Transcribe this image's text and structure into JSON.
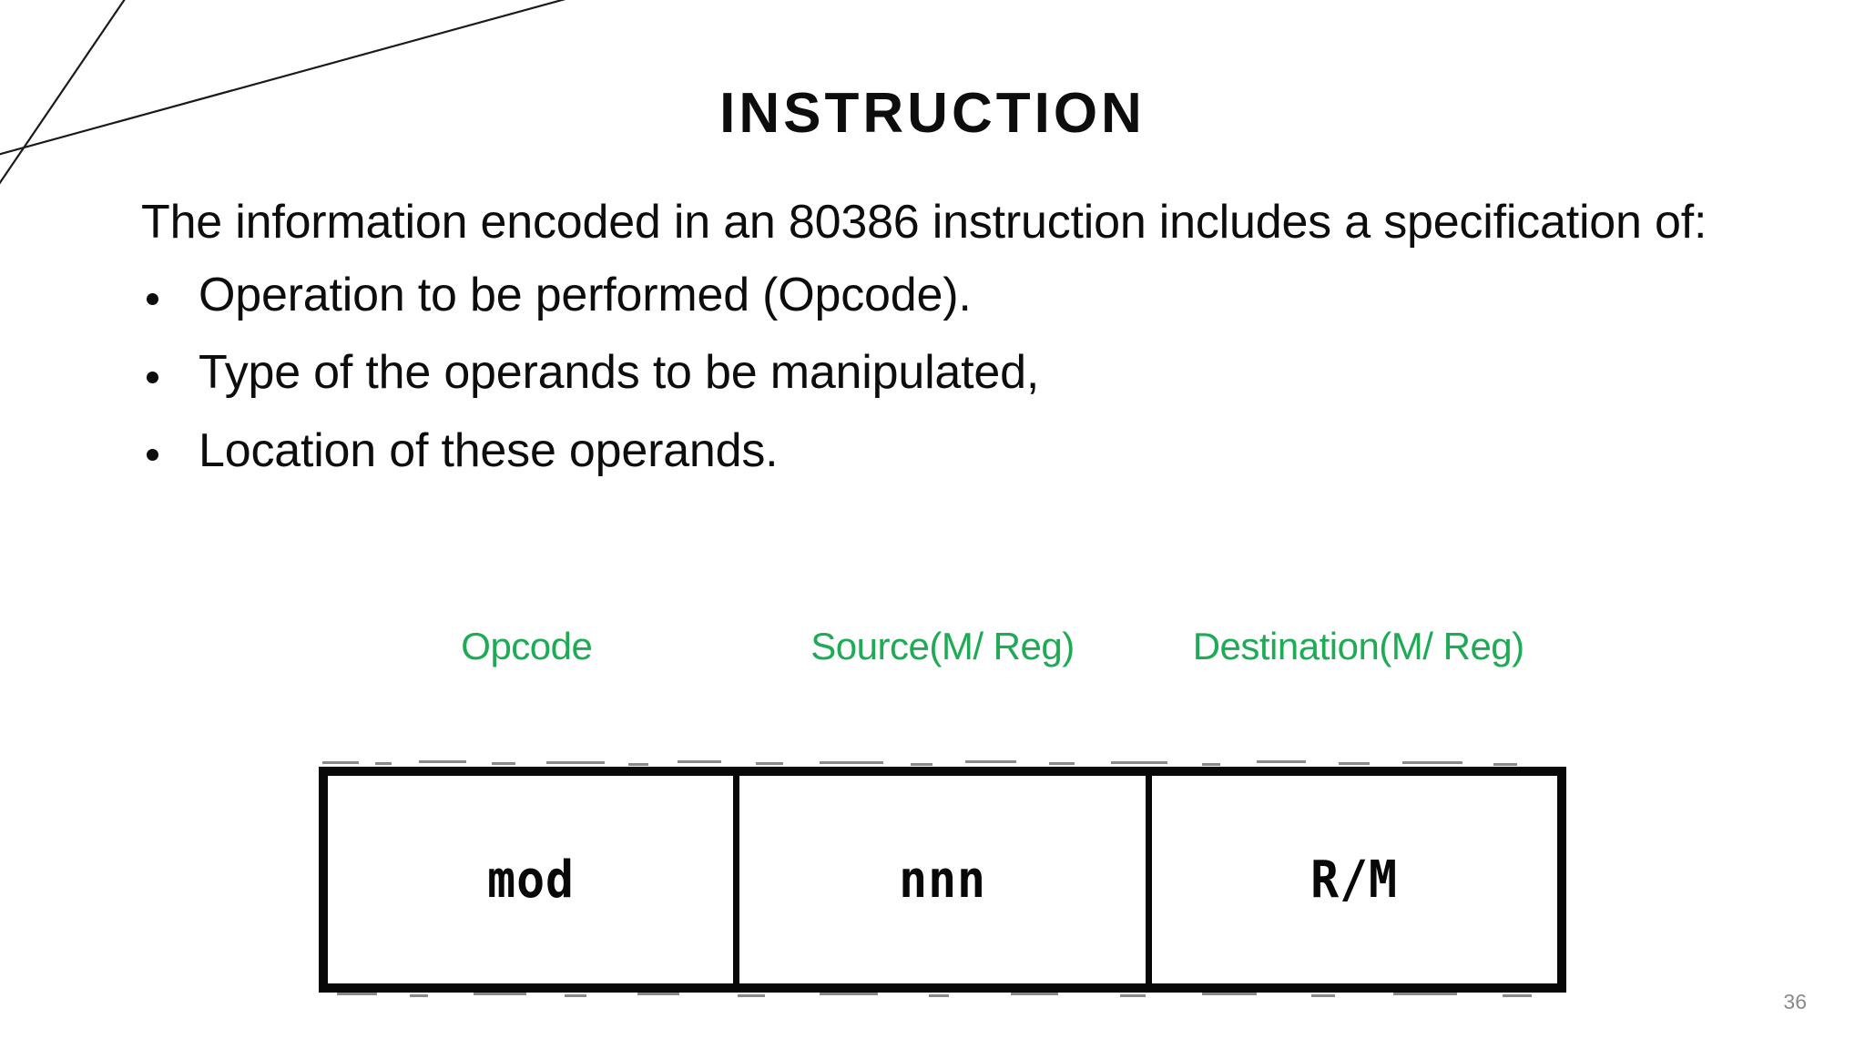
{
  "slide": {
    "title": "INSTRUCTION",
    "lead": "The information encoded in an 80386 instruction includes a specification of:",
    "bullets": [
      {
        "text": "Operation to be performed (Opcode)."
      },
      {
        "text": "Type of the operands to be manipulated,"
      },
      {
        "text": "Location of these operands."
      }
    ],
    "slide_number": "36"
  },
  "diagram": {
    "labels": [
      "Opcode",
      "Source(M/ Reg)",
      "Destination(M/ Reg)"
    ],
    "cells": [
      "mod",
      "nnn",
      "R/M"
    ]
  },
  "colors": {
    "label_green": "#1faa56",
    "text_black": "#0d0d0d",
    "frame_black": "#111111",
    "slide_number_gray": "#8a8a8a"
  }
}
